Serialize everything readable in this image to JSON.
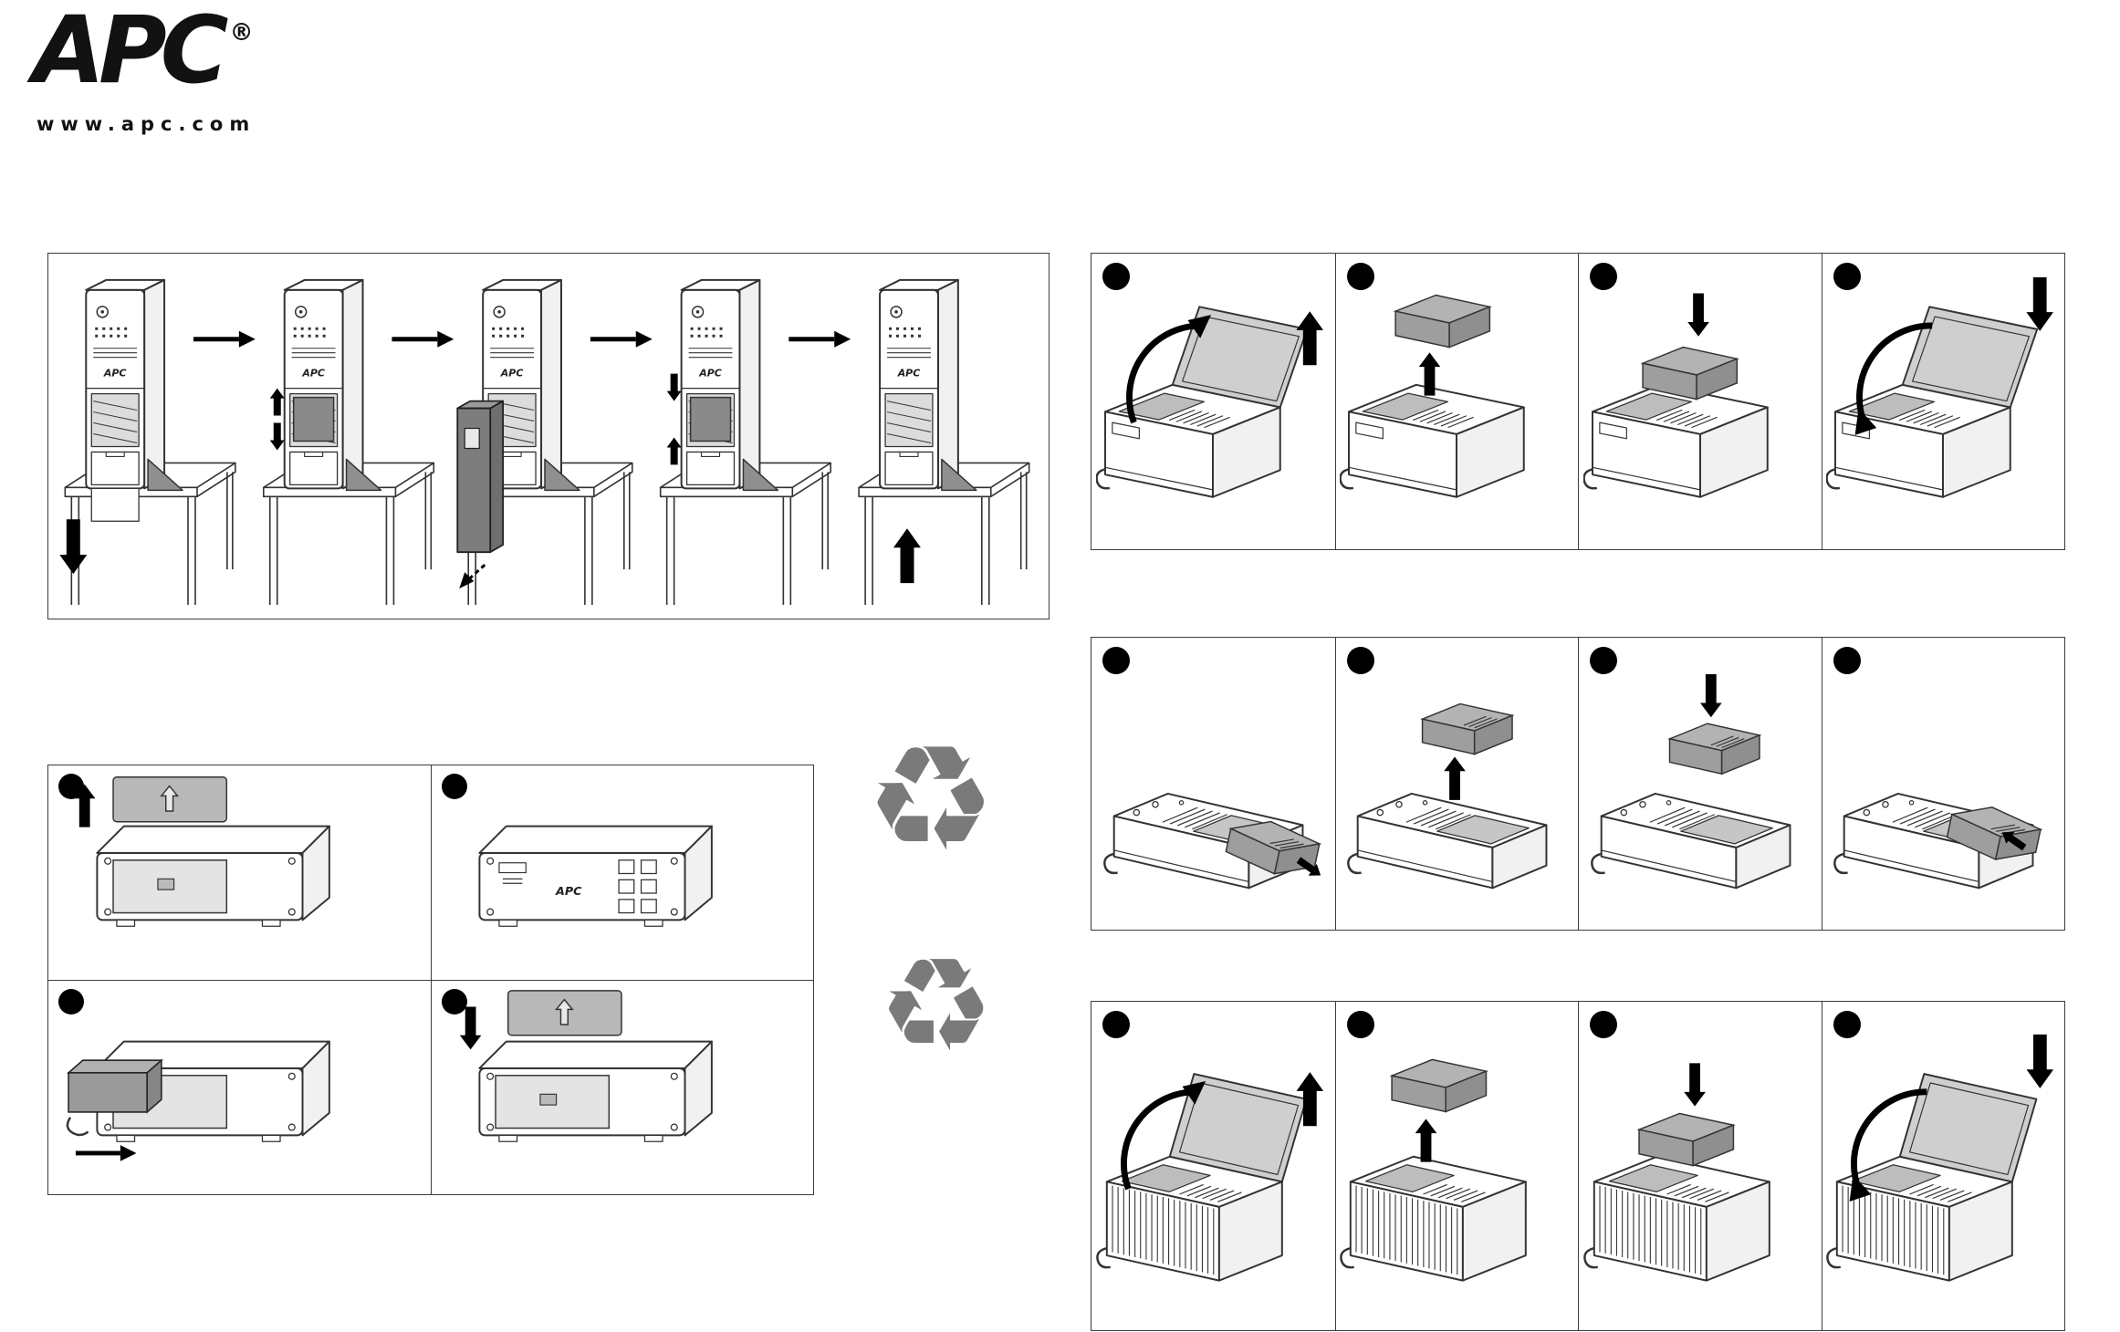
{
  "header": {
    "logo": "APC",
    "registered": "®",
    "website": "www.apc.com"
  },
  "device_label": "APC",
  "icons": {
    "recycle": "♻"
  },
  "figures": {
    "tower_sequence_step_count": 5,
    "rack_grid_step_count": 4,
    "lid_ups_row_step_count": 4,
    "slim_ups_row_step_count": 4,
    "vented_ups_row_step_count": 4
  },
  "colors": {
    "line": "#333333",
    "battery_gray": "#9e9e9e",
    "door_gray": "#b8b8b8",
    "recycle_gray": "#7a7a7a",
    "marker_black": "#000000"
  }
}
